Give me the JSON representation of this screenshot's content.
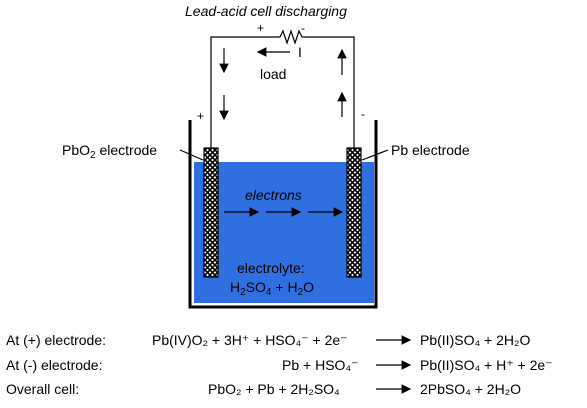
{
  "title": "Lead-acid cell discharging",
  "load": {
    "plus": "+",
    "minus": "-",
    "current_label": "I",
    "label": "load"
  },
  "electrodes": {
    "left_terminal_sign": "+",
    "right_terminal_sign": "-",
    "left_label_main": "PbO",
    "left_label_sub": "2",
    "left_label_rest": " electrode",
    "right_label": "Pb electrode"
  },
  "electrons_label": "electrons",
  "electrolyte": {
    "label": "electrolyte:",
    "formula_h": "H",
    "formula_h_sub": "2",
    "formula_so": "SO",
    "formula_so_sub": "4",
    "formula_plus_h": " + H",
    "formula_h2o_sub": "2",
    "formula_o": "O"
  },
  "equations": {
    "pos_label": "At (+) electrode:",
    "neg_label": "At (-) electrode:",
    "overall_label": "Overall cell:",
    "pos_reactants": "Pb(IV)O₂ + 3H⁺ + HSO₄⁻ + 2e⁻",
    "pos_products": "Pb(II)SO₄ + 2H₂O",
    "neg_reactants": "Pb + HSO₄⁻",
    "neg_products": "Pb(II)SO₄ + H⁺ + 2e⁻",
    "overall_reactants": "PbO₂ + Pb + 2H₂SO₄",
    "overall_products": "2PbSO₄ + 2H₂O"
  },
  "colors": {
    "electrolyte": "#2f6fe0",
    "wire": "#000000",
    "electrode_fill": "#000000"
  }
}
